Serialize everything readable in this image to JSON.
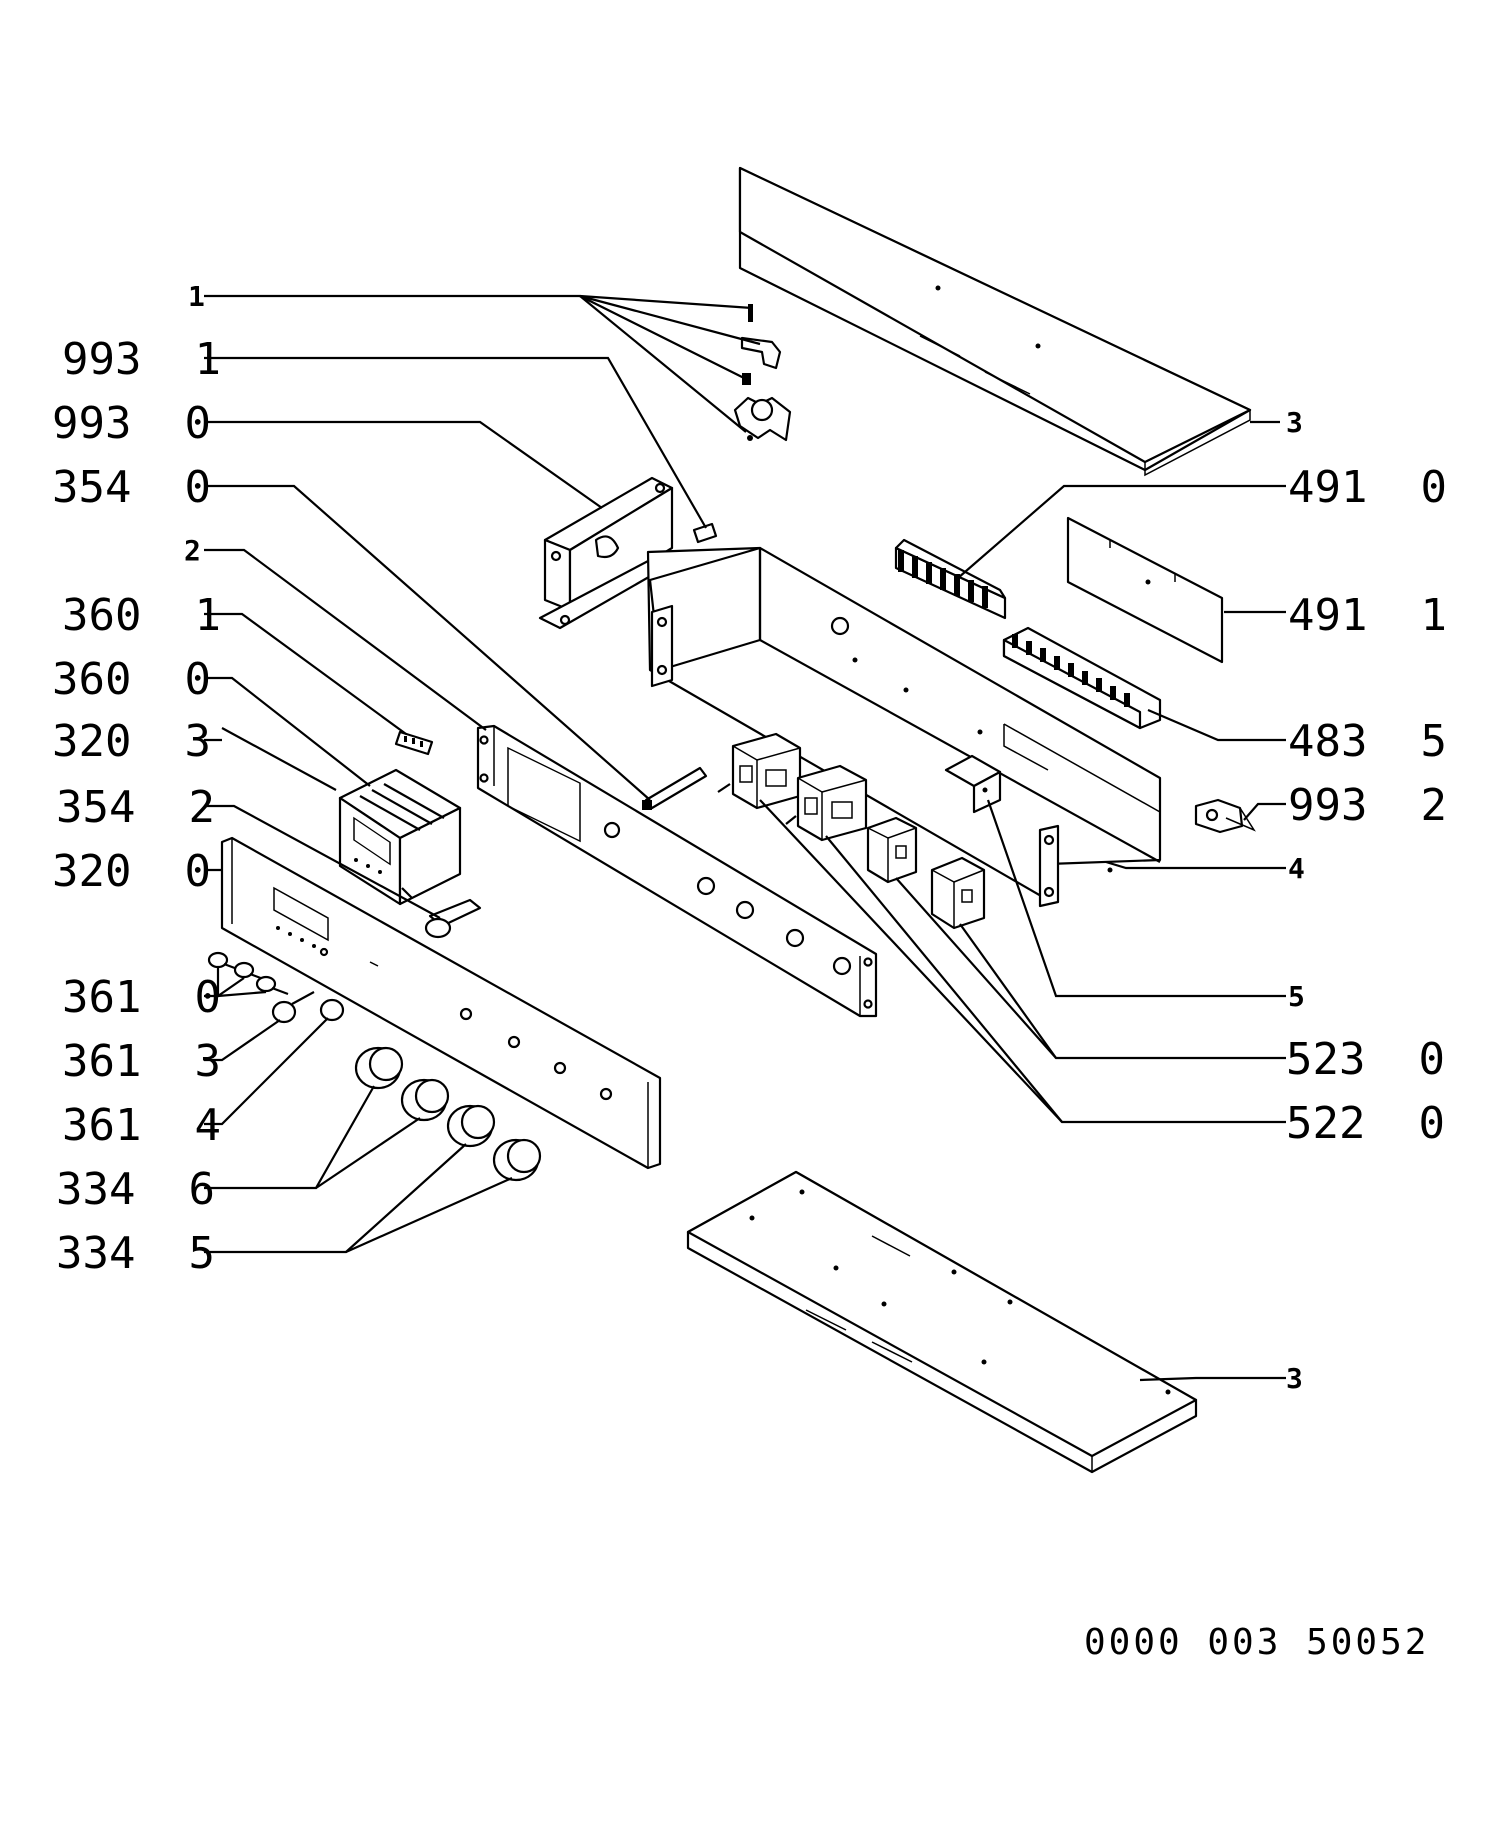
{
  "labels": {
    "l_1_top": "1",
    "l_993_1": "993  1",
    "l_993_0": "993  0",
    "l_354_0": "354  0",
    "l_2_top": "2",
    "l_360_1": "360  1",
    "l_360_0": "360  0",
    "l_320_3": "320  3",
    "l_354_2": "354  2",
    "l_320_0": "320  0",
    "l_361_0": "361  0",
    "l_361_3": "361  3",
    "l_361_4": "361  4",
    "l_334_6": "334  6",
    "l_334_5": "334  5",
    "l_3_top": "3",
    "l_491_0": "491  0",
    "l_491_1": "491  1",
    "l_483_5": "483  5",
    "l_993_2": "993  2",
    "l_4": "4",
    "l_5": "5",
    "l_523_0": "523  0",
    "l_522_0": "522  0",
    "l_3_bottom": "3"
  },
  "reference_number": "0000 003 50052"
}
